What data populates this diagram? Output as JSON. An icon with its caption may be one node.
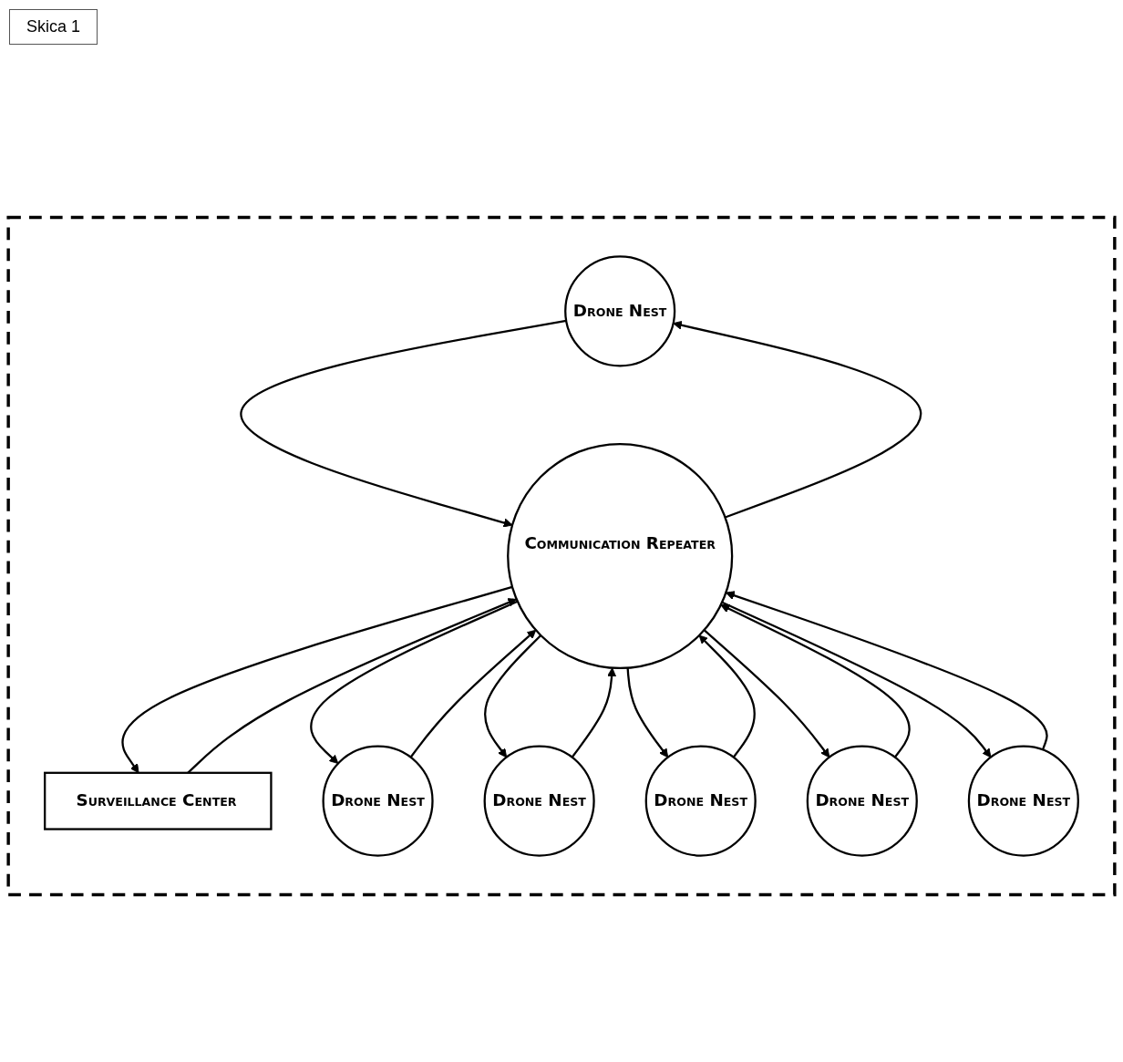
{
  "diagram": {
    "nodes": [
      {
        "text": [],
        "shape": "box"
      },
      {
        "text": [
          "Drone Nest"
        ],
        "in": 0
      },
      {
        "text": [
          "Surveillance Center"
        ],
        "in": 0
      },
      {
        "text": [
          "Drone Nest"
        ],
        "in": 0
      },
      {
        "text": [
          "Communication Repeater"
        ],
        "in": 0
      },
      {
        "text": [
          "Drone Nest"
        ],
        "in": 0
      },
      {
        "text": [
          "Drone Nest"
        ],
        "in": 0
      },
      {
        "text": [
          "Drone Nest"
        ],
        "in": 0
      },
      {
        "text": [
          "Drone Nest"
        ],
        "in": 0
      }
    ],
    "edges": [
      {
        "from": 1,
        "to": 4,
        "arrow": "to"
      },
      {
        "from": 4,
        "to": 1,
        "arrow": "to"
      },
      {
        "from": 4,
        "to": 2,
        "arrow": "to"
      },
      {
        "from": 2,
        "to": 4,
        "arrow": "to"
      },
      {
        "from": 3,
        "to": 4,
        "arrow": "to"
      },
      {
        "from": 4,
        "to": 3,
        "arrow": "to"
      },
      {
        "from": 5,
        "to": 4,
        "arrow": "to"
      },
      {
        "from": 4,
        "to": 5,
        "arrow": "to"
      },
      {
        "from": 6,
        "to": 4,
        "arrow": "to"
      },
      {
        "from": 4,
        "to": 6,
        "arrow": "to"
      },
      {
        "from": 7,
        "to": 4,
        "arrow": "to"
      },
      {
        "from": 4,
        "to": 7,
        "arrow": "to"
      },
      {
        "from": 4,
        "to": 8,
        "arrow": "to"
      },
      {
        "from": 8,
        "to": 4,
        "arrow": "to"
      }
    ],
    "labels": [
      "Skica 1"
    ]
  }
}
